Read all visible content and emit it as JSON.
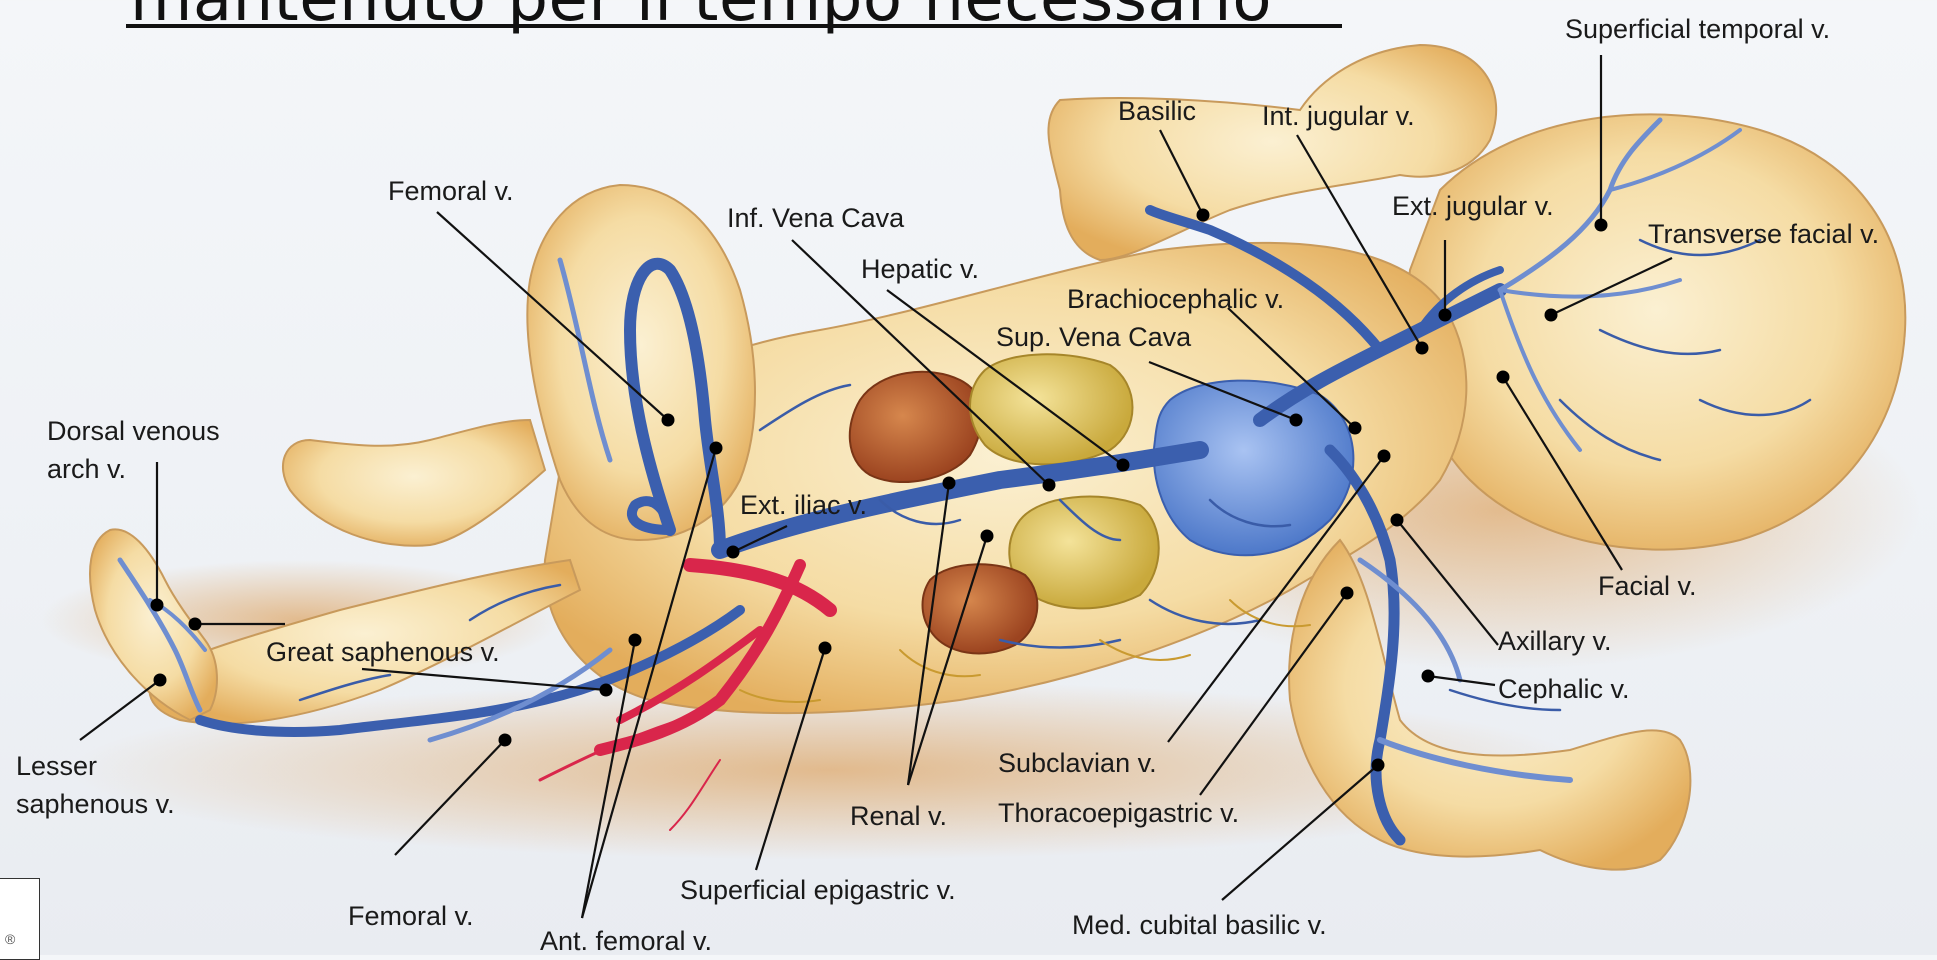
{
  "slide_title": "mantenuto per il tempo necessario",
  "labels": {
    "superficial_temporal": "Superficial temporal v.",
    "basilic": "Basilic",
    "int_jugular": "Int. jugular v.",
    "ext_jugular": "Ext. jugular v.",
    "transverse_facial": "Transverse facial v.",
    "femoral_top": "Femoral v.",
    "inf_vena_cava": "Inf. Vena Cava",
    "hepatic": "Hepatic v.",
    "brachiocephalic": "Brachiocephalic v.",
    "sup_vena_cava": "Sup. Vena Cava",
    "dorsal_venous_1": "Dorsal venous",
    "dorsal_venous_2": "arch v.",
    "ext_iliac": "Ext. iliac v.",
    "facial": "Facial v.",
    "axillary": "Axillary v.",
    "cephalic": "Cephalic v.",
    "great_saphenous": "Great saphenous v.",
    "lesser_saphenous_1": "Lesser",
    "lesser_saphenous_2": "saphenous v.",
    "subclavian": "Subclavian v.",
    "renal": "Renal v.",
    "thoracoepigastric": "Thoracoepigastric v.",
    "femoral_bottom": "Femoral v.",
    "superficial_epigastric": "Superficial epigastric v.",
    "med_cubital_basilic": "Med. cubital basilic v.",
    "ant_femoral": "Ant. femoral v."
  },
  "corner_glyph": "®",
  "colors": {
    "vein": "#3b5fae",
    "artery": "#d9264b",
    "skin": "#f5dca4",
    "liver": "#b5572a",
    "intestine": "#e2cc62",
    "heart": "#5e8ad8"
  }
}
